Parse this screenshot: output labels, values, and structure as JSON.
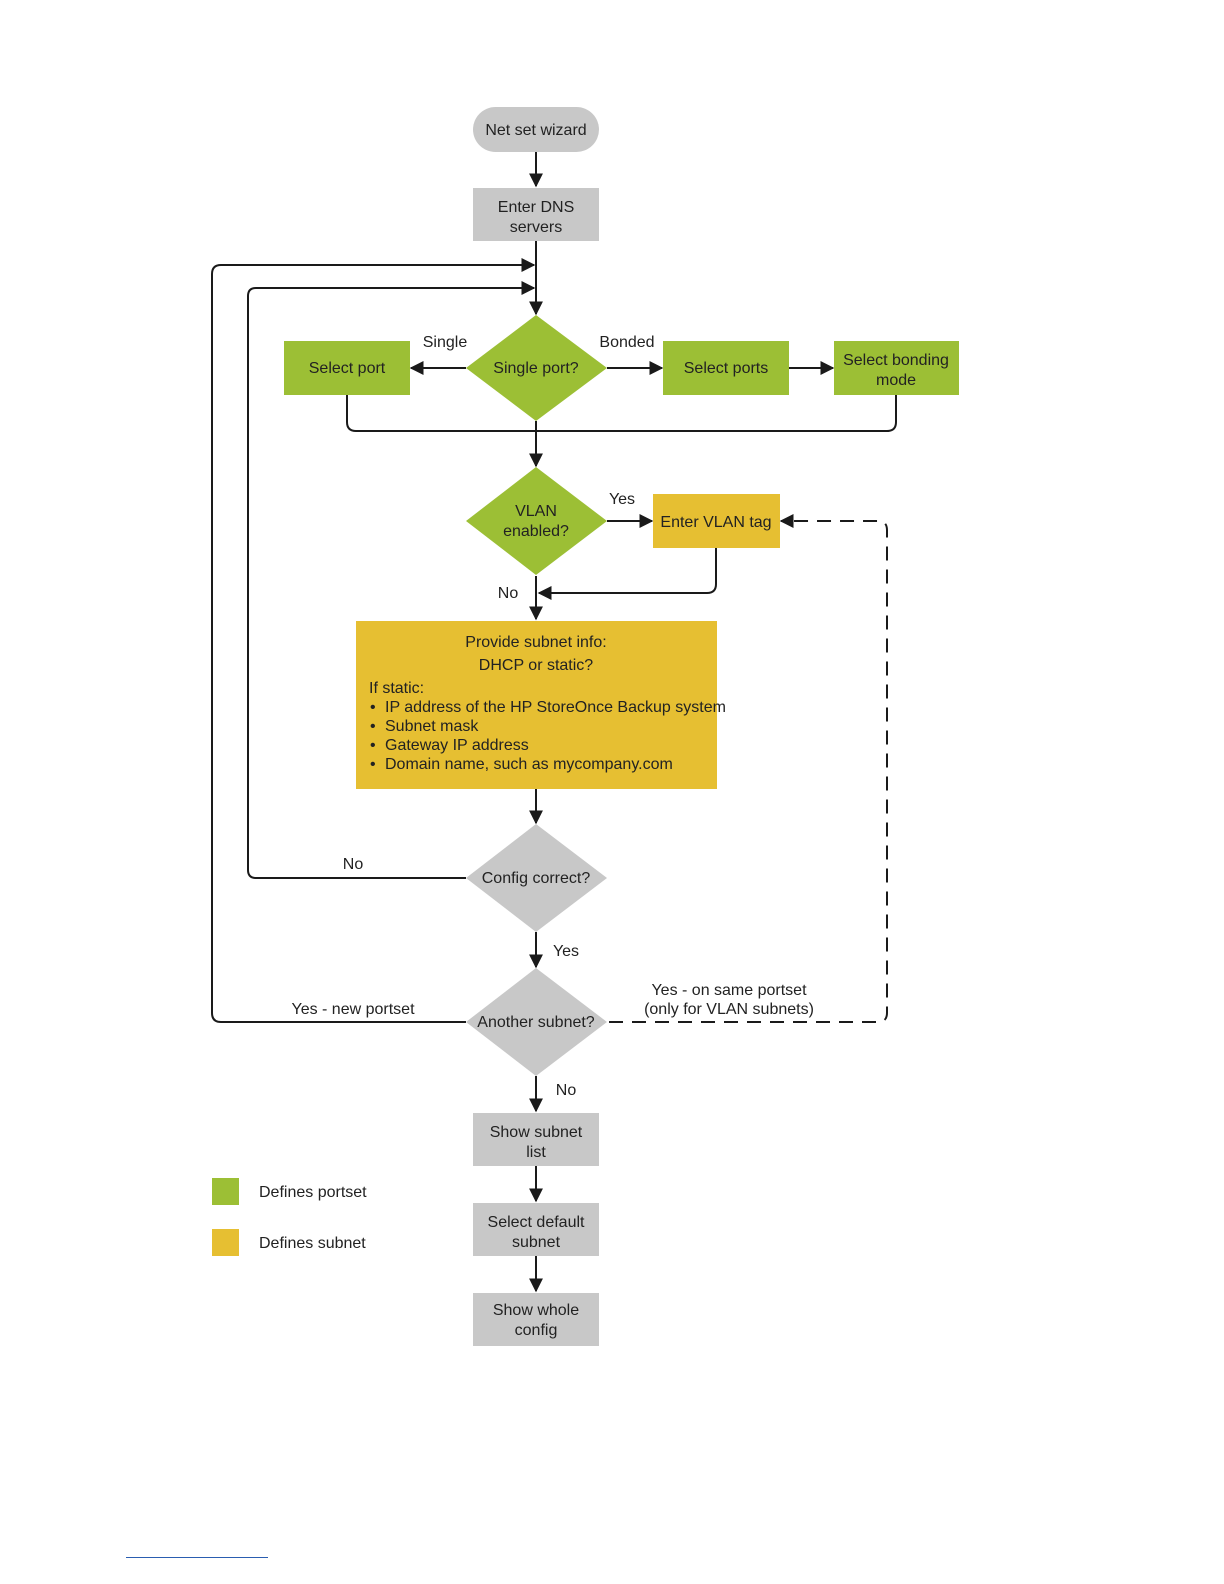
{
  "colors": {
    "gray": "#c8c8c8",
    "green": "#9cbf35",
    "yellow": "#e6bf32",
    "line": "#1a1a1a"
  },
  "nodes": {
    "start": "Net set wizard",
    "dns": [
      "Enter DNS",
      "servers"
    ],
    "single_port_q": "Single port?",
    "select_port": "Select port",
    "select_ports": "Select ports",
    "bonding": [
      "Select bonding",
      "mode"
    ],
    "vlan_q": [
      "VLAN",
      "enabled?"
    ],
    "vlan_tag": "Enter VLAN tag",
    "subnet_title": [
      "Provide subnet info:",
      "DHCP or static?"
    ],
    "subnet_static_heading": "If static:",
    "subnet_items": [
      "IP address of the HP StoreOnce Backup system",
      "Subnet mask",
      "Gateway IP address",
      "Domain name, such as mycompany.com"
    ],
    "config_q": "Config correct?",
    "another_q": "Another subnet?",
    "show_list": [
      "Show subnet",
      "list"
    ],
    "select_default": [
      "Select default",
      "subnet"
    ],
    "show_config": [
      "Show whole",
      "config"
    ]
  },
  "labels": {
    "single": "Single",
    "bonded": "Bonded",
    "vlan_yes": "Yes",
    "vlan_no": "No",
    "config_no": "No",
    "config_yes": "Yes",
    "new_portset": "Yes - new portset",
    "same_portset": [
      "Yes - on same portset",
      "(only for VLAN subnets)"
    ],
    "another_no": "No"
  },
  "legend": [
    {
      "color": "#9cbf35",
      "label": "Defines portset"
    },
    {
      "color": "#e6bf32",
      "label": "Defines subnet"
    }
  ]
}
